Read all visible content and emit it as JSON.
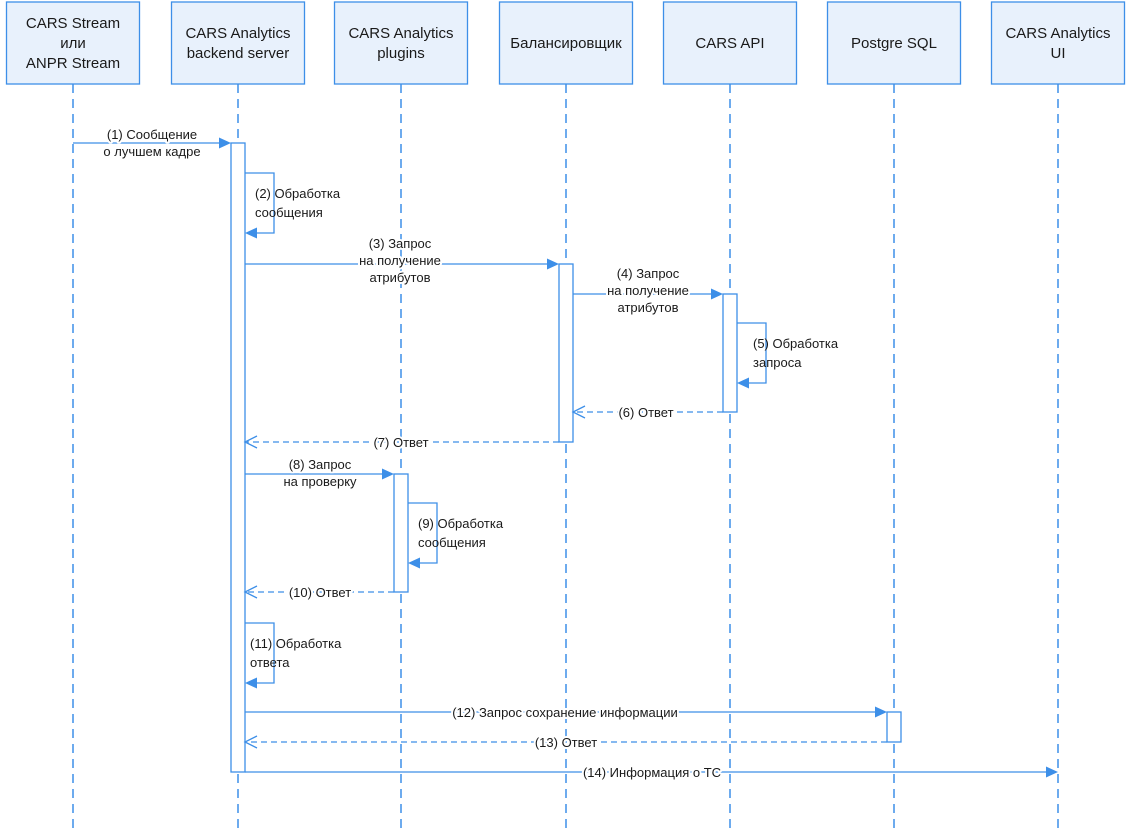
{
  "colors": {
    "line": "#3d8fe8",
    "box_fill": "#e8f1fc",
    "activation_fill": "#ffffff",
    "text": "#1a1a1a"
  },
  "participants": [
    {
      "id": "stream",
      "lines": [
        "CARS Stream",
        "или",
        "ANPR Stream"
      ]
    },
    {
      "id": "backend",
      "lines": [
        "CARS Analytics",
        "backend server"
      ]
    },
    {
      "id": "plugins",
      "lines": [
        "CARS Analytics",
        "plugins"
      ]
    },
    {
      "id": "balancer",
      "lines": [
        "Балансировщик"
      ]
    },
    {
      "id": "api",
      "lines": [
        "CARS API"
      ]
    },
    {
      "id": "postgres",
      "lines": [
        "Postgre SQL"
      ]
    },
    {
      "id": "ui",
      "lines": [
        "CARS Analytics",
        "UI"
      ]
    }
  ],
  "messages": [
    {
      "n": 1,
      "from": "stream",
      "to": "backend",
      "style": "solid",
      "lines": [
        "(1) Сообщение",
        "о лучшем кадре"
      ]
    },
    {
      "n": 2,
      "from": "backend",
      "to": "backend",
      "style": "self",
      "lines": [
        "(2) Обработка",
        "сообщения"
      ]
    },
    {
      "n": 3,
      "from": "backend",
      "to": "balancer",
      "style": "solid",
      "lines": [
        "(3) Запрос",
        "на получение",
        "атрибутов"
      ]
    },
    {
      "n": 4,
      "from": "balancer",
      "to": "api",
      "style": "solid",
      "lines": [
        "(4) Запрос",
        "на получение",
        "атрибутов"
      ]
    },
    {
      "n": 5,
      "from": "api",
      "to": "api",
      "style": "self",
      "lines": [
        "(5) Обработка",
        "запроса"
      ]
    },
    {
      "n": 6,
      "from": "api",
      "to": "balancer",
      "style": "dashed",
      "lines": [
        "(6) Ответ"
      ]
    },
    {
      "n": 7,
      "from": "balancer",
      "to": "backend",
      "style": "dashed",
      "lines": [
        "(7) Ответ"
      ]
    },
    {
      "n": 8,
      "from": "backend",
      "to": "plugins",
      "style": "solid",
      "lines": [
        "(8) Запрос",
        "на проверку"
      ]
    },
    {
      "n": 9,
      "from": "plugins",
      "to": "plugins",
      "style": "self",
      "lines": [
        "(9) Обработка",
        "сообщения"
      ]
    },
    {
      "n": 10,
      "from": "plugins",
      "to": "backend",
      "style": "dashed",
      "lines": [
        "(10) Ответ"
      ]
    },
    {
      "n": 11,
      "from": "backend",
      "to": "backend",
      "style": "self",
      "lines": [
        "(11) Обработка",
        "ответа"
      ]
    },
    {
      "n": 12,
      "from": "backend",
      "to": "postgres",
      "style": "solid",
      "lines": [
        "(12) Запрос сохранение информации"
      ]
    },
    {
      "n": 13,
      "from": "postgres",
      "to": "backend",
      "style": "dashed",
      "lines": [
        "(13) Ответ"
      ]
    },
    {
      "n": 14,
      "from": "backend",
      "to": "ui",
      "style": "solid",
      "lines": [
        "(14) Информация о ТС"
      ]
    }
  ]
}
